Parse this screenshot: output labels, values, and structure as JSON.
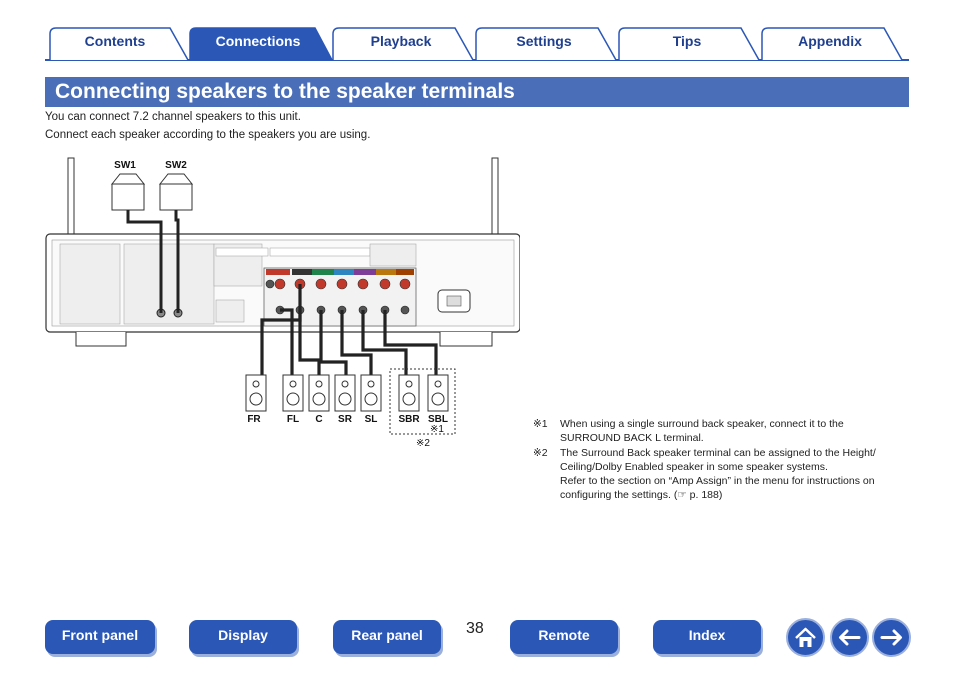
{
  "tabs": [
    {
      "label": "Contents"
    },
    {
      "label": "Connections"
    },
    {
      "label": "Playback"
    },
    {
      "label": "Settings"
    },
    {
      "label": "Tips"
    },
    {
      "label": "Appendix"
    }
  ],
  "page": {
    "title": "Connecting speakers to the speaker terminals",
    "intro_line1": "You can connect 7.2 channel speakers to this unit.",
    "intro_line2": "Connect each speaker according to the speakers you are using.",
    "page_number": "38"
  },
  "diagram": {
    "subwoofers": [
      "SW1",
      "SW2"
    ],
    "speakers": [
      "FR",
      "FL",
      "C",
      "SR",
      "SL",
      "SBR",
      "SBL"
    ],
    "note_mark_1": "※1",
    "note_mark_2": "※2"
  },
  "notes": [
    {
      "mark": "※1",
      "text": "When using a single surround back speaker, connect it to the SURROUND BACK L terminal."
    },
    {
      "mark": "※2",
      "line1": "The Surround Back speaker terminal can be assigned to the Height/ Ceiling/Dolby Enabled speaker in some speaker systems.",
      "line2": "Refer to the section on “Amp Assign” in the menu for instructions on configuring the settings. (☞ p. 188)"
    }
  ],
  "nav": {
    "front_panel": "Front panel",
    "display": "Display",
    "rear_panel": "Rear panel",
    "remote": "Remote",
    "index": "Index"
  },
  "colors": {
    "accent": "#2b57b7",
    "title_bar": "#4a6fb8",
    "tab_text": "#1f3f8f"
  }
}
